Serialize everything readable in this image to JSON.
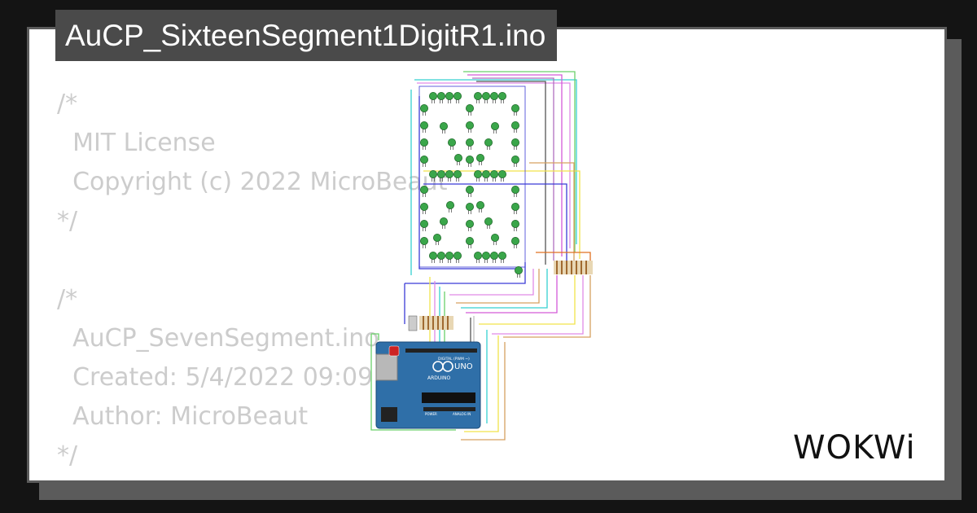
{
  "header": {
    "title": "AuCP_SixteenSegment1DigitR1.ino"
  },
  "code": {
    "lines": [
      "/*",
      "  MIT License",
      "  Copyright (c) 2022 MicroBeaut",
      "*/",
      "",
      "/*",
      "  AuCP_SevenSegment.ino",
      "  Created: 5/4/2022 09:09:02",
      "  Author: MicroBeaut",
      "*/"
    ]
  },
  "diagram": {
    "board_label": "UNO",
    "board_brand": "ARDUINO",
    "digital_label": "DIGITAL (PWM ~)",
    "analog_label": "ANALOG IN",
    "power_label": "POWER",
    "led_color": "#3aa64a",
    "board_color": "#2f6fa8"
  },
  "brand": {
    "logo_text": "WOKWi"
  }
}
